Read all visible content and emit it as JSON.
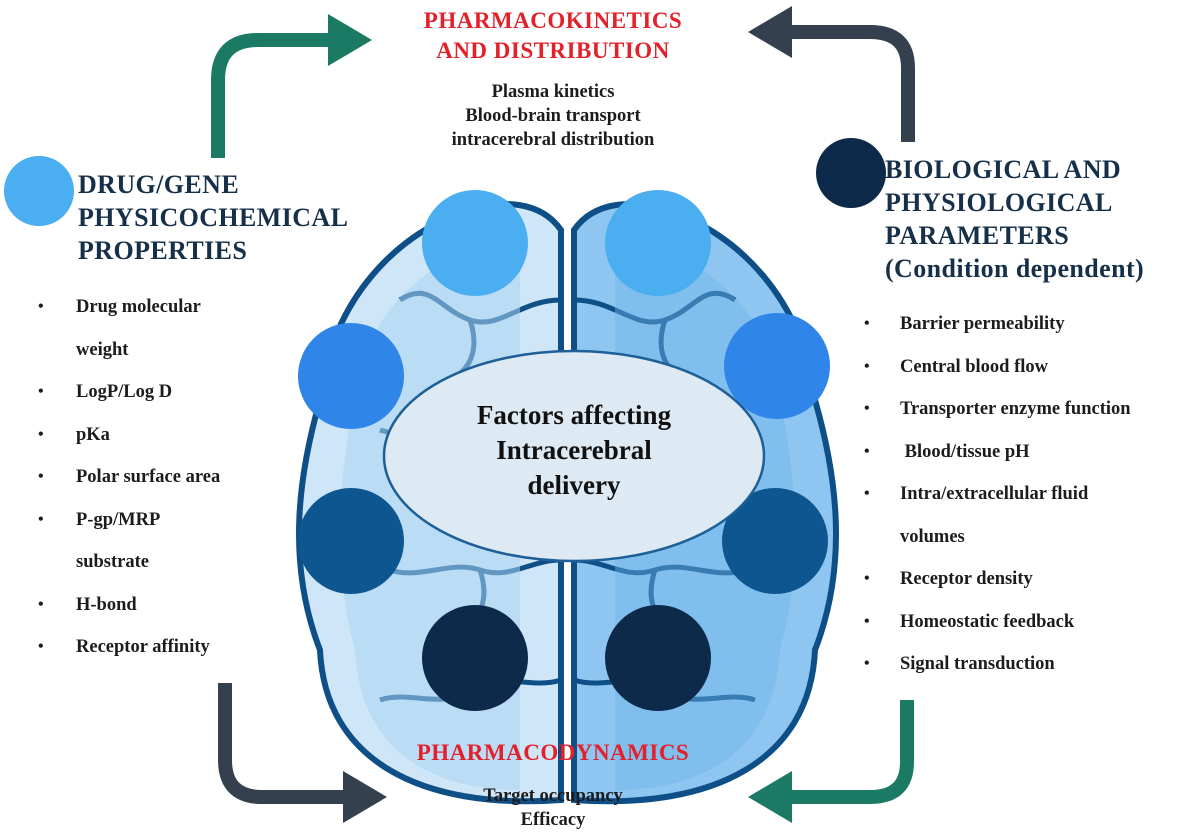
{
  "top": {
    "title_line1": "PHARMACOKINETICS",
    "title_line2": "AND DISTRIBUTION",
    "items": [
      "Plasma kinetics",
      "Blood-brain transport",
      "intracerebral distribution"
    ]
  },
  "left": {
    "title_lines": [
      "DRUG/GENE",
      "PHYSICOCHEMICAL",
      "PROPERTIES"
    ],
    "items": [
      {
        "line1": "Drug molecular",
        "line2": "weight"
      },
      {
        "line1": "LogP/Log D"
      },
      {
        "line1": "pKa"
      },
      {
        "line1": "Polar surface area"
      },
      {
        "line1": "P-gp/MRP",
        "line2": "substrate"
      },
      {
        "line1": "H-bond"
      },
      {
        "line1": "Receptor affinity"
      }
    ]
  },
  "right": {
    "title_lines": [
      "BIOLOGICAL AND",
      "PHYSIOLOGICAL",
      "PARAMETERS",
      "(Condition dependent)"
    ],
    "items": [
      {
        "line1": "Barrier permeability"
      },
      {
        "line1": "Central blood flow"
      },
      {
        "line1": "Transporter enzyme function"
      },
      {
        "line1": " Blood/tissue pH"
      },
      {
        "line1": "Intra/extracellular fluid",
        "line2": "volumes"
      },
      {
        "line1": "Receptor density"
      },
      {
        "line1": "Homeostatic feedback"
      },
      {
        "line1": "Signal transduction"
      }
    ]
  },
  "center": {
    "lines": [
      "Factors affecting",
      "Intracerebral",
      "delivery"
    ]
  },
  "bottom": {
    "title": "PHARMACODYNAMICS",
    "items": [
      "Target occupancy",
      "Efficacy"
    ]
  },
  "colors": {
    "red": "#e2212b",
    "navy": "#17304a",
    "teal_arrow": "#1b7a63",
    "slate_arrow": "#35404f",
    "light_blue": "#4aaef0",
    "mid_blue": "#2f86e8",
    "dark_blue": "#0d5690",
    "deep_navy": "#0d2a4a"
  }
}
